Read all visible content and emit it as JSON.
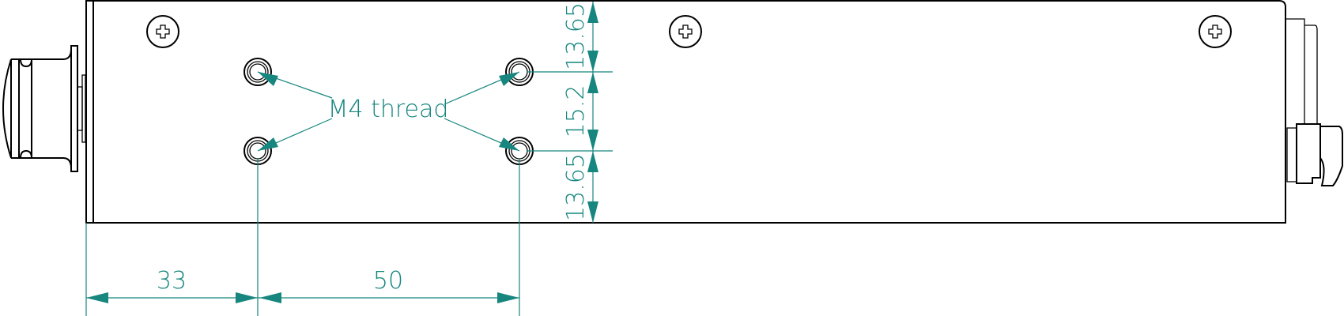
{
  "drawing": {
    "callout": "M4 thread",
    "dimensions": {
      "horizontal_1": "33",
      "horizontal_2": "50",
      "vertical_top": "13.65",
      "vertical_middle": "15.2",
      "vertical_bottom": "13.65"
    },
    "colors": {
      "dimension": "#16867f",
      "outline": "#000000"
    }
  }
}
